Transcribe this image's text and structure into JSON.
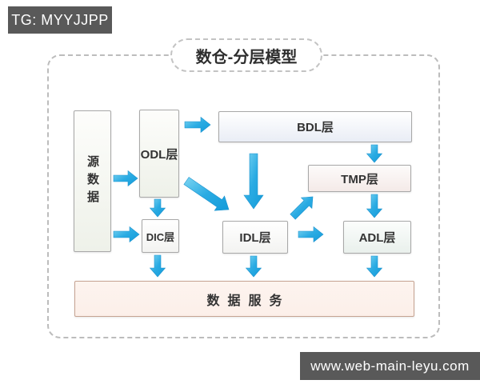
{
  "watermark_top": {
    "label": "TG: MYYJJPP"
  },
  "watermark_bottom": {
    "label": "www.web-main-leyu.com"
  },
  "diagram": {
    "title": "数仓-分层模型",
    "nodes": {
      "source": "源数据",
      "odl": "ODL层",
      "bdl": "BDL层",
      "tmp": "TMP层",
      "dic": "DIC层",
      "idl": "IDL层",
      "adl": "ADL层",
      "service": "数据服务"
    },
    "connections": [
      {
        "from": "源数据",
        "to": "ODL层"
      },
      {
        "from": "源数据",
        "to": "DIC层"
      },
      {
        "from": "ODL层",
        "to": "BDL层"
      },
      {
        "from": "ODL层",
        "to": "DIC层"
      },
      {
        "from": "ODL层",
        "to": "IDL层"
      },
      {
        "from": "BDL层",
        "to": "IDL层"
      },
      {
        "from": "BDL层",
        "to": "TMP层"
      },
      {
        "from": "TMP层",
        "to": "ADL层"
      },
      {
        "from": "IDL层",
        "to": "TMP层"
      },
      {
        "from": "IDL层",
        "to": "ADL层"
      },
      {
        "from": "DIC层",
        "to": "数据服务"
      },
      {
        "from": "IDL层",
        "to": "数据服务"
      },
      {
        "from": "ADL层",
        "to": "数据服务"
      }
    ],
    "colors": {
      "arrow_blue": "#29a9e0",
      "badge_background": "#595959",
      "service_border": "#c6a392",
      "box_border": "#a8a8a8",
      "dashed_border": "#bcbcbc"
    }
  }
}
